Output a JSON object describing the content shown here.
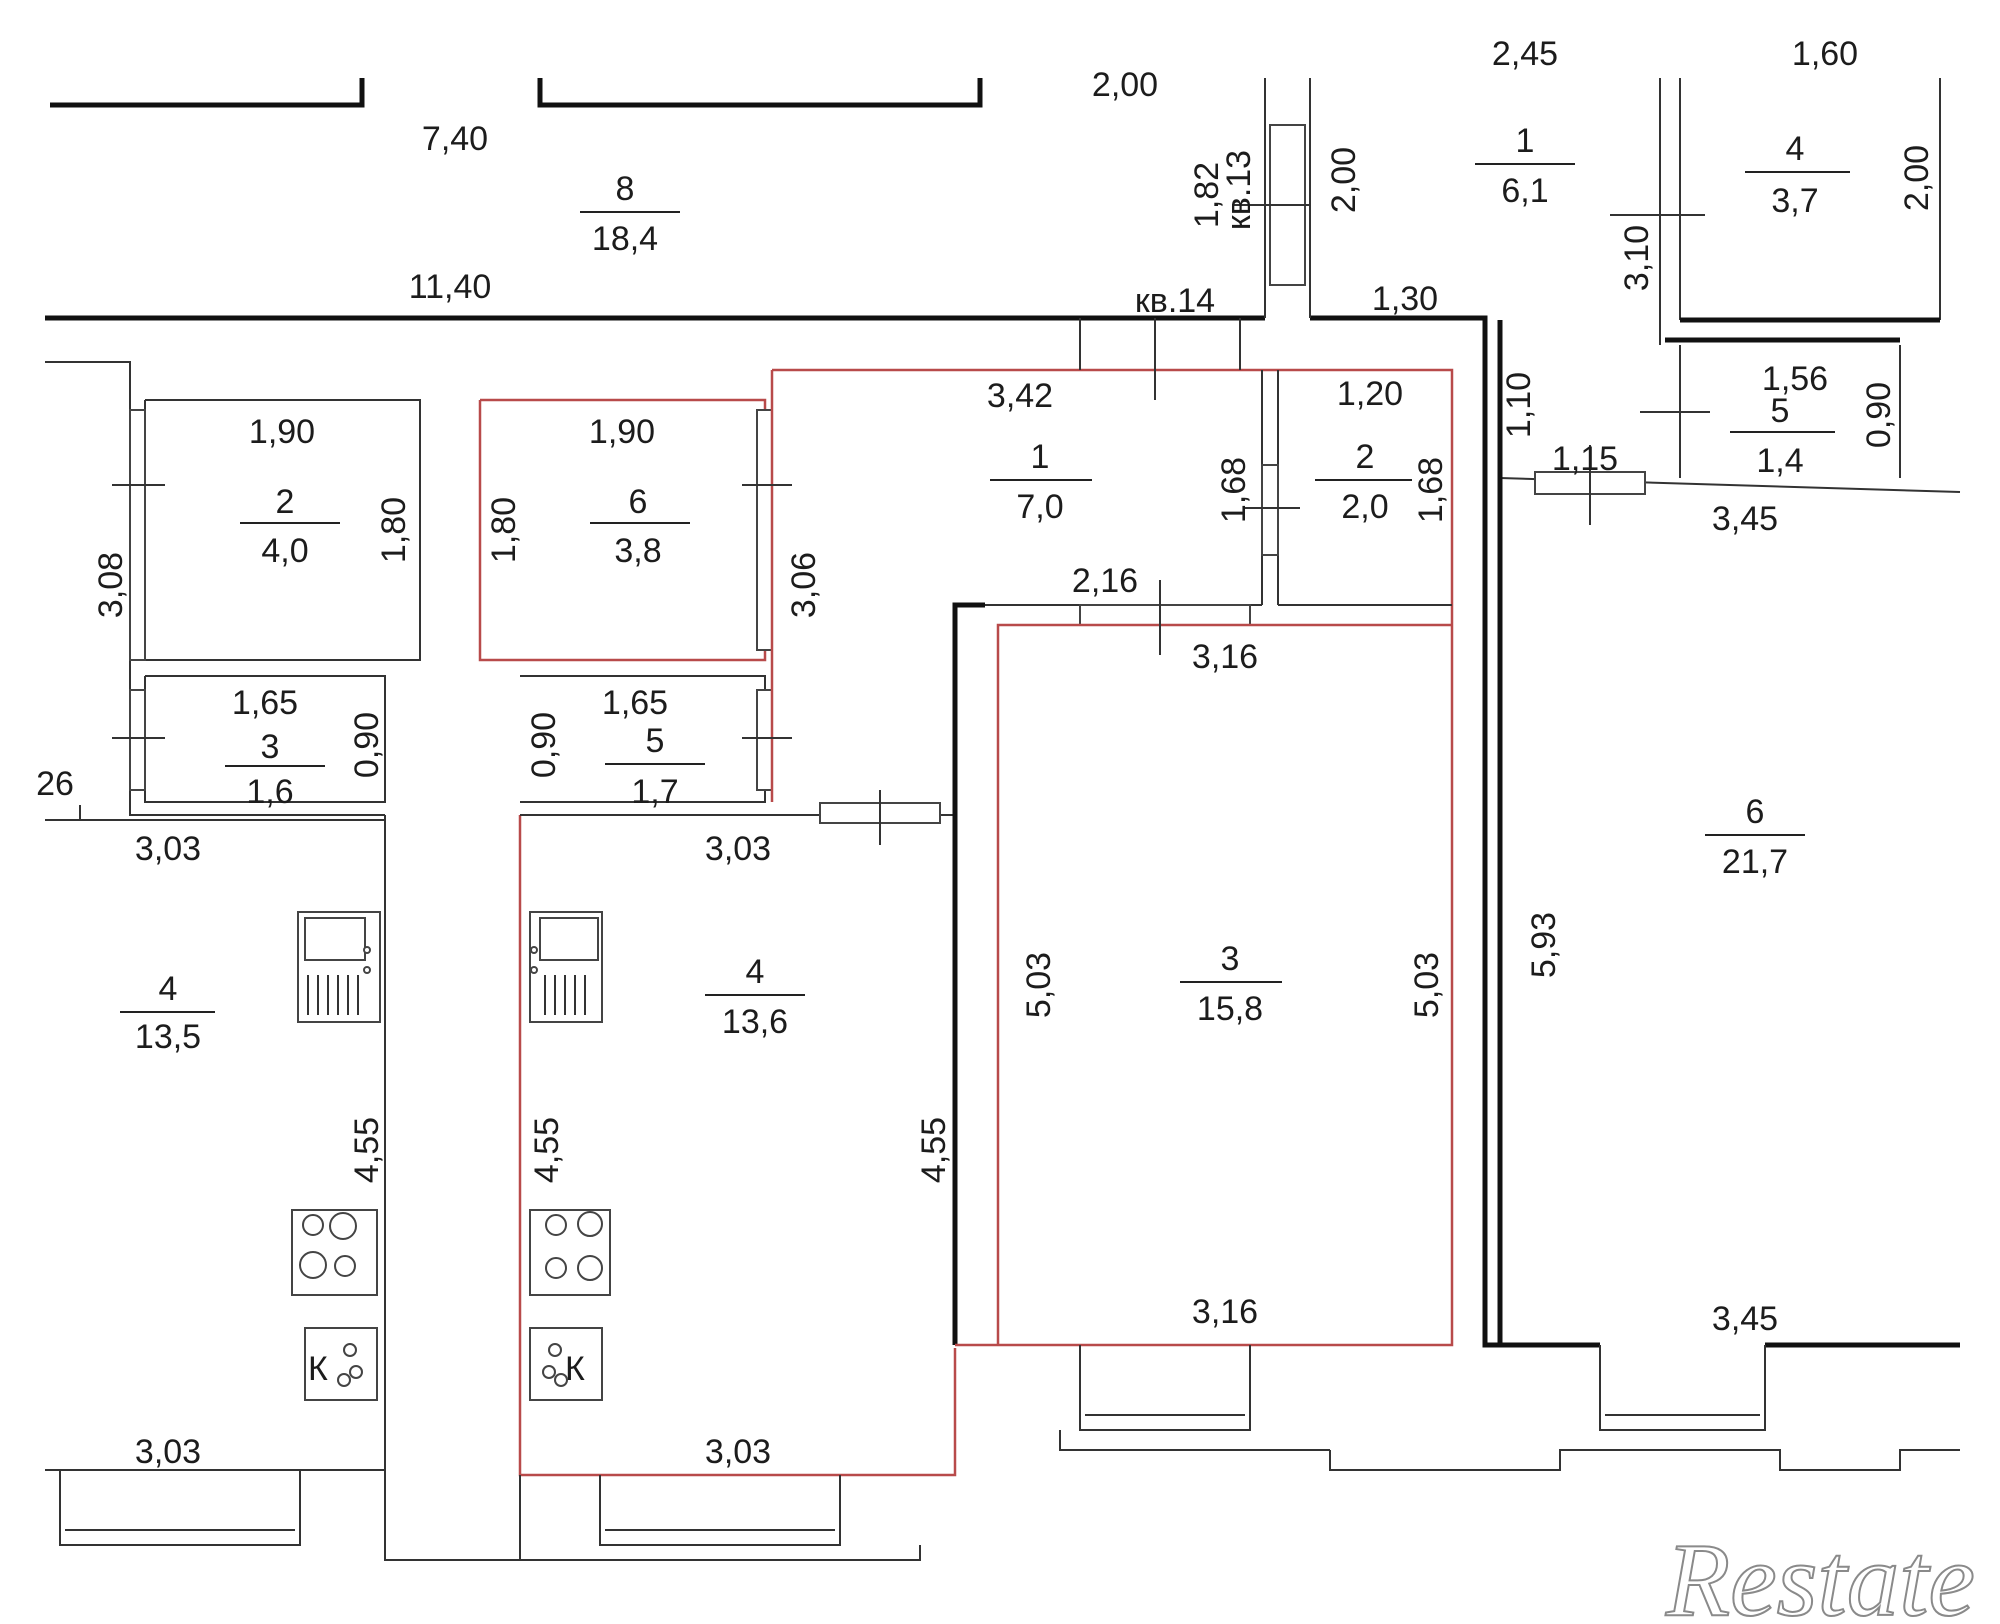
{
  "colors": {
    "wall": "#1a1a1a",
    "selected_outline": "#b84a4a",
    "text": "#1c1c1c",
    "logo": "#8a8a8a"
  },
  "apartment_labels": [
    "кв.13",
    "кв.14"
  ],
  "rooms": [
    {
      "id": "r8_top",
      "number": "8",
      "area": "18,4"
    },
    {
      "id": "r1_top",
      "number": "1",
      "area": "6,1"
    },
    {
      "id": "r4_top",
      "number": "4",
      "area": "3,7"
    },
    {
      "id": "r5_right",
      "number": "5",
      "area": "1,4"
    },
    {
      "id": "r2_left",
      "number": "2",
      "area": "4,0"
    },
    {
      "id": "r3_left",
      "number": "3",
      "area": "1,6"
    },
    {
      "id": "r4_left",
      "number": "4",
      "area": "13,5"
    },
    {
      "id": "r6_mid",
      "number": "6",
      "area": "3,8"
    },
    {
      "id": "r5_mid",
      "number": "5",
      "area": "1,7"
    },
    {
      "id": "r4_mid",
      "number": "4",
      "area": "13,6"
    },
    {
      "id": "r1_main",
      "number": "1",
      "area": "7,0"
    },
    {
      "id": "r2_main",
      "number": "2",
      "area": "2,0"
    },
    {
      "id": "r3_main",
      "number": "3",
      "area": "15,8"
    },
    {
      "id": "r6_right",
      "number": "6",
      "area": "21,7"
    }
  ],
  "dimensions": [
    "2,00",
    "2,45",
    "1,60",
    "7,40",
    "11,40",
    "1,82",
    "2,00",
    "3,10",
    "2,00",
    "1,30",
    "1,10",
    "1,56",
    "0,90",
    "1,15",
    "3,45",
    "3,42",
    "1,20",
    "1,68",
    "1,68",
    "2,16",
    "3,16",
    "1,90",
    "1,80",
    "3,08",
    "1,90",
    "1,80",
    "3,06",
    "1,65",
    "0,90",
    "26",
    "1,65",
    "0,90",
    "3,03",
    "3,03",
    "5,03",
    "5,03",
    "5,93",
    "4,55",
    "4,55",
    "4,55",
    "3,16",
    "3,45",
    "3,03",
    "3,03"
  ],
  "appliance_labels": {
    "stove_left": "К",
    "stove_mid": "К"
  },
  "logo": {
    "text": "Restate"
  }
}
